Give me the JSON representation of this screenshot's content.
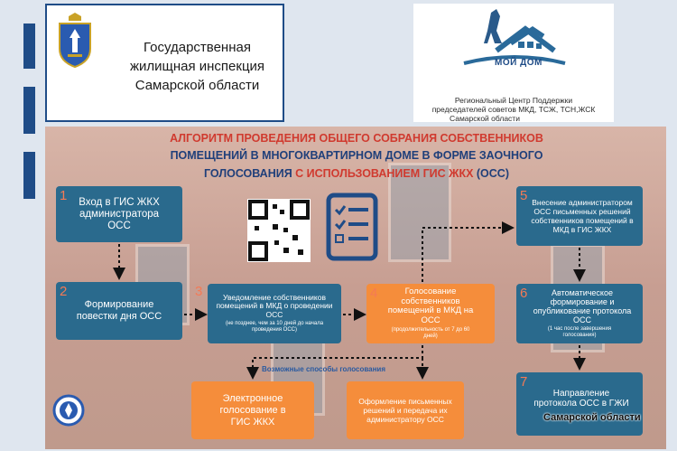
{
  "header_left": {
    "title_lines": [
      "Государственная",
      "жилищная инспекция",
      "Самарской области"
    ],
    "crest_icon": "samara-coat-of-arms-icon"
  },
  "header_right": {
    "logo_name": "МОЙ ДОМ",
    "subtitle_lines": [
      "Региональный Центр Поддержки",
      "председателей советов МКД, ТСЖ, ТСН,ЖСК",
      "Самарской области"
    ],
    "house_icon": "house-roof-icon"
  },
  "poster": {
    "title": {
      "line1": "АЛГОРИТМ ПРОВЕДЕНИЯ ОБЩЕГО СОБРАНИЯ СОБСТВЕННИКОВ",
      "line2": "ПОМЕЩЕНИЙ В МНОГОКВАРТИРНОМ ДОМЕ В ФОРМЕ ЗАОЧНОГО",
      "line3a": "ГОЛОСОВАНИЯ ",
      "line3b": "С ИСПОЛЬЗОВАНИЕМ ГИС ЖКХ",
      "line3c": " (ОСС)"
    },
    "steps": [
      {
        "num": "1",
        "text": "Вход в ГИС ЖКХ администратора ОСС"
      },
      {
        "num": "2",
        "text": "Формирование повестки дня ОСС"
      },
      {
        "num": "3",
        "text": "Уведомление собственников помещений в МКД о проведении ОСС",
        "note": "(не позднее, чем за 10 дней до начала проведения ОСС)"
      },
      {
        "num": "4",
        "text": "Голосование собственников помещений в МКД на ОСС",
        "note": "(продолжительность от 7 до 60 дней)"
      },
      {
        "num": "5",
        "text": "Внесение администратором ОСС письменных решений собственников помещений в МКД в ГИС ЖКХ"
      },
      {
        "num": "6",
        "text": "Автоматическое формирование и опубликование протокола ОСС",
        "note": "(1 час после завершения голосования)"
      },
      {
        "num": "7",
        "text": "Направление протокола ОСС в ГЖИ"
      }
    ],
    "methods_label": "Возможные способы голосования",
    "method_electronic": "Электронное голосование в ГИС ЖКХ",
    "method_paper": "Оформление письменных решений и передача их администратору ОСС",
    "overlay_text": "Самарской области",
    "icons": {
      "qr": "qr-code-icon",
      "checklist": "checklist-clipboard-icon",
      "seal": "gzhi-seal-icon"
    },
    "colors": {
      "node_blue": "#2a6a8d",
      "node_orange": "#f58d3b",
      "title_red": "#d03a2f",
      "title_blue": "#1f3f7a",
      "brand_blue": "#1f4c87"
    }
  }
}
